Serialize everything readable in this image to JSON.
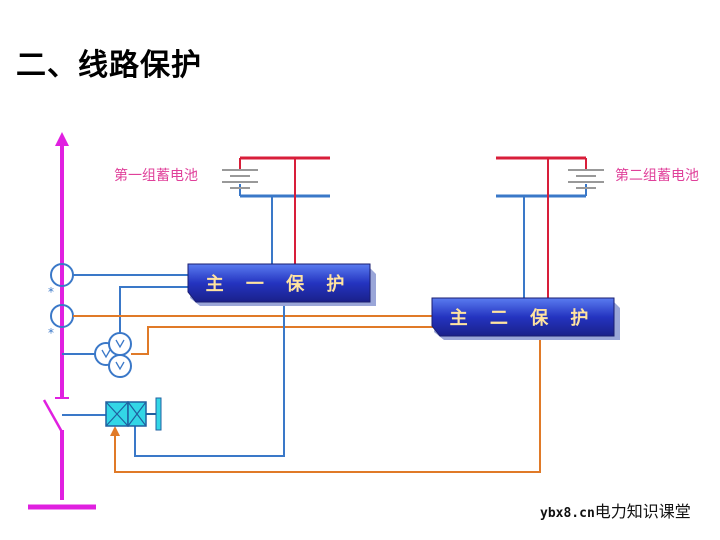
{
  "title": "二、线路保护",
  "labels": {
    "battery_group_1": "第一组蓄电池",
    "battery_group_2": "第二组蓄电池",
    "main_protection_1": "主 一 保 护",
    "main_protection_2": "主 二 保 护",
    "ct_marker": "*"
  },
  "watermark": {
    "site": "ybx8.cn",
    "name": "电力知识课堂"
  },
  "colors": {
    "busbar": "#e020e0",
    "positive": "#d81e3a",
    "negative": "#3a78c8",
    "orange": "#e07a28",
    "box_blue": "#2638c8",
    "breaker_cyan": "#33d6e6",
    "battery_label": "#e0409a"
  }
}
